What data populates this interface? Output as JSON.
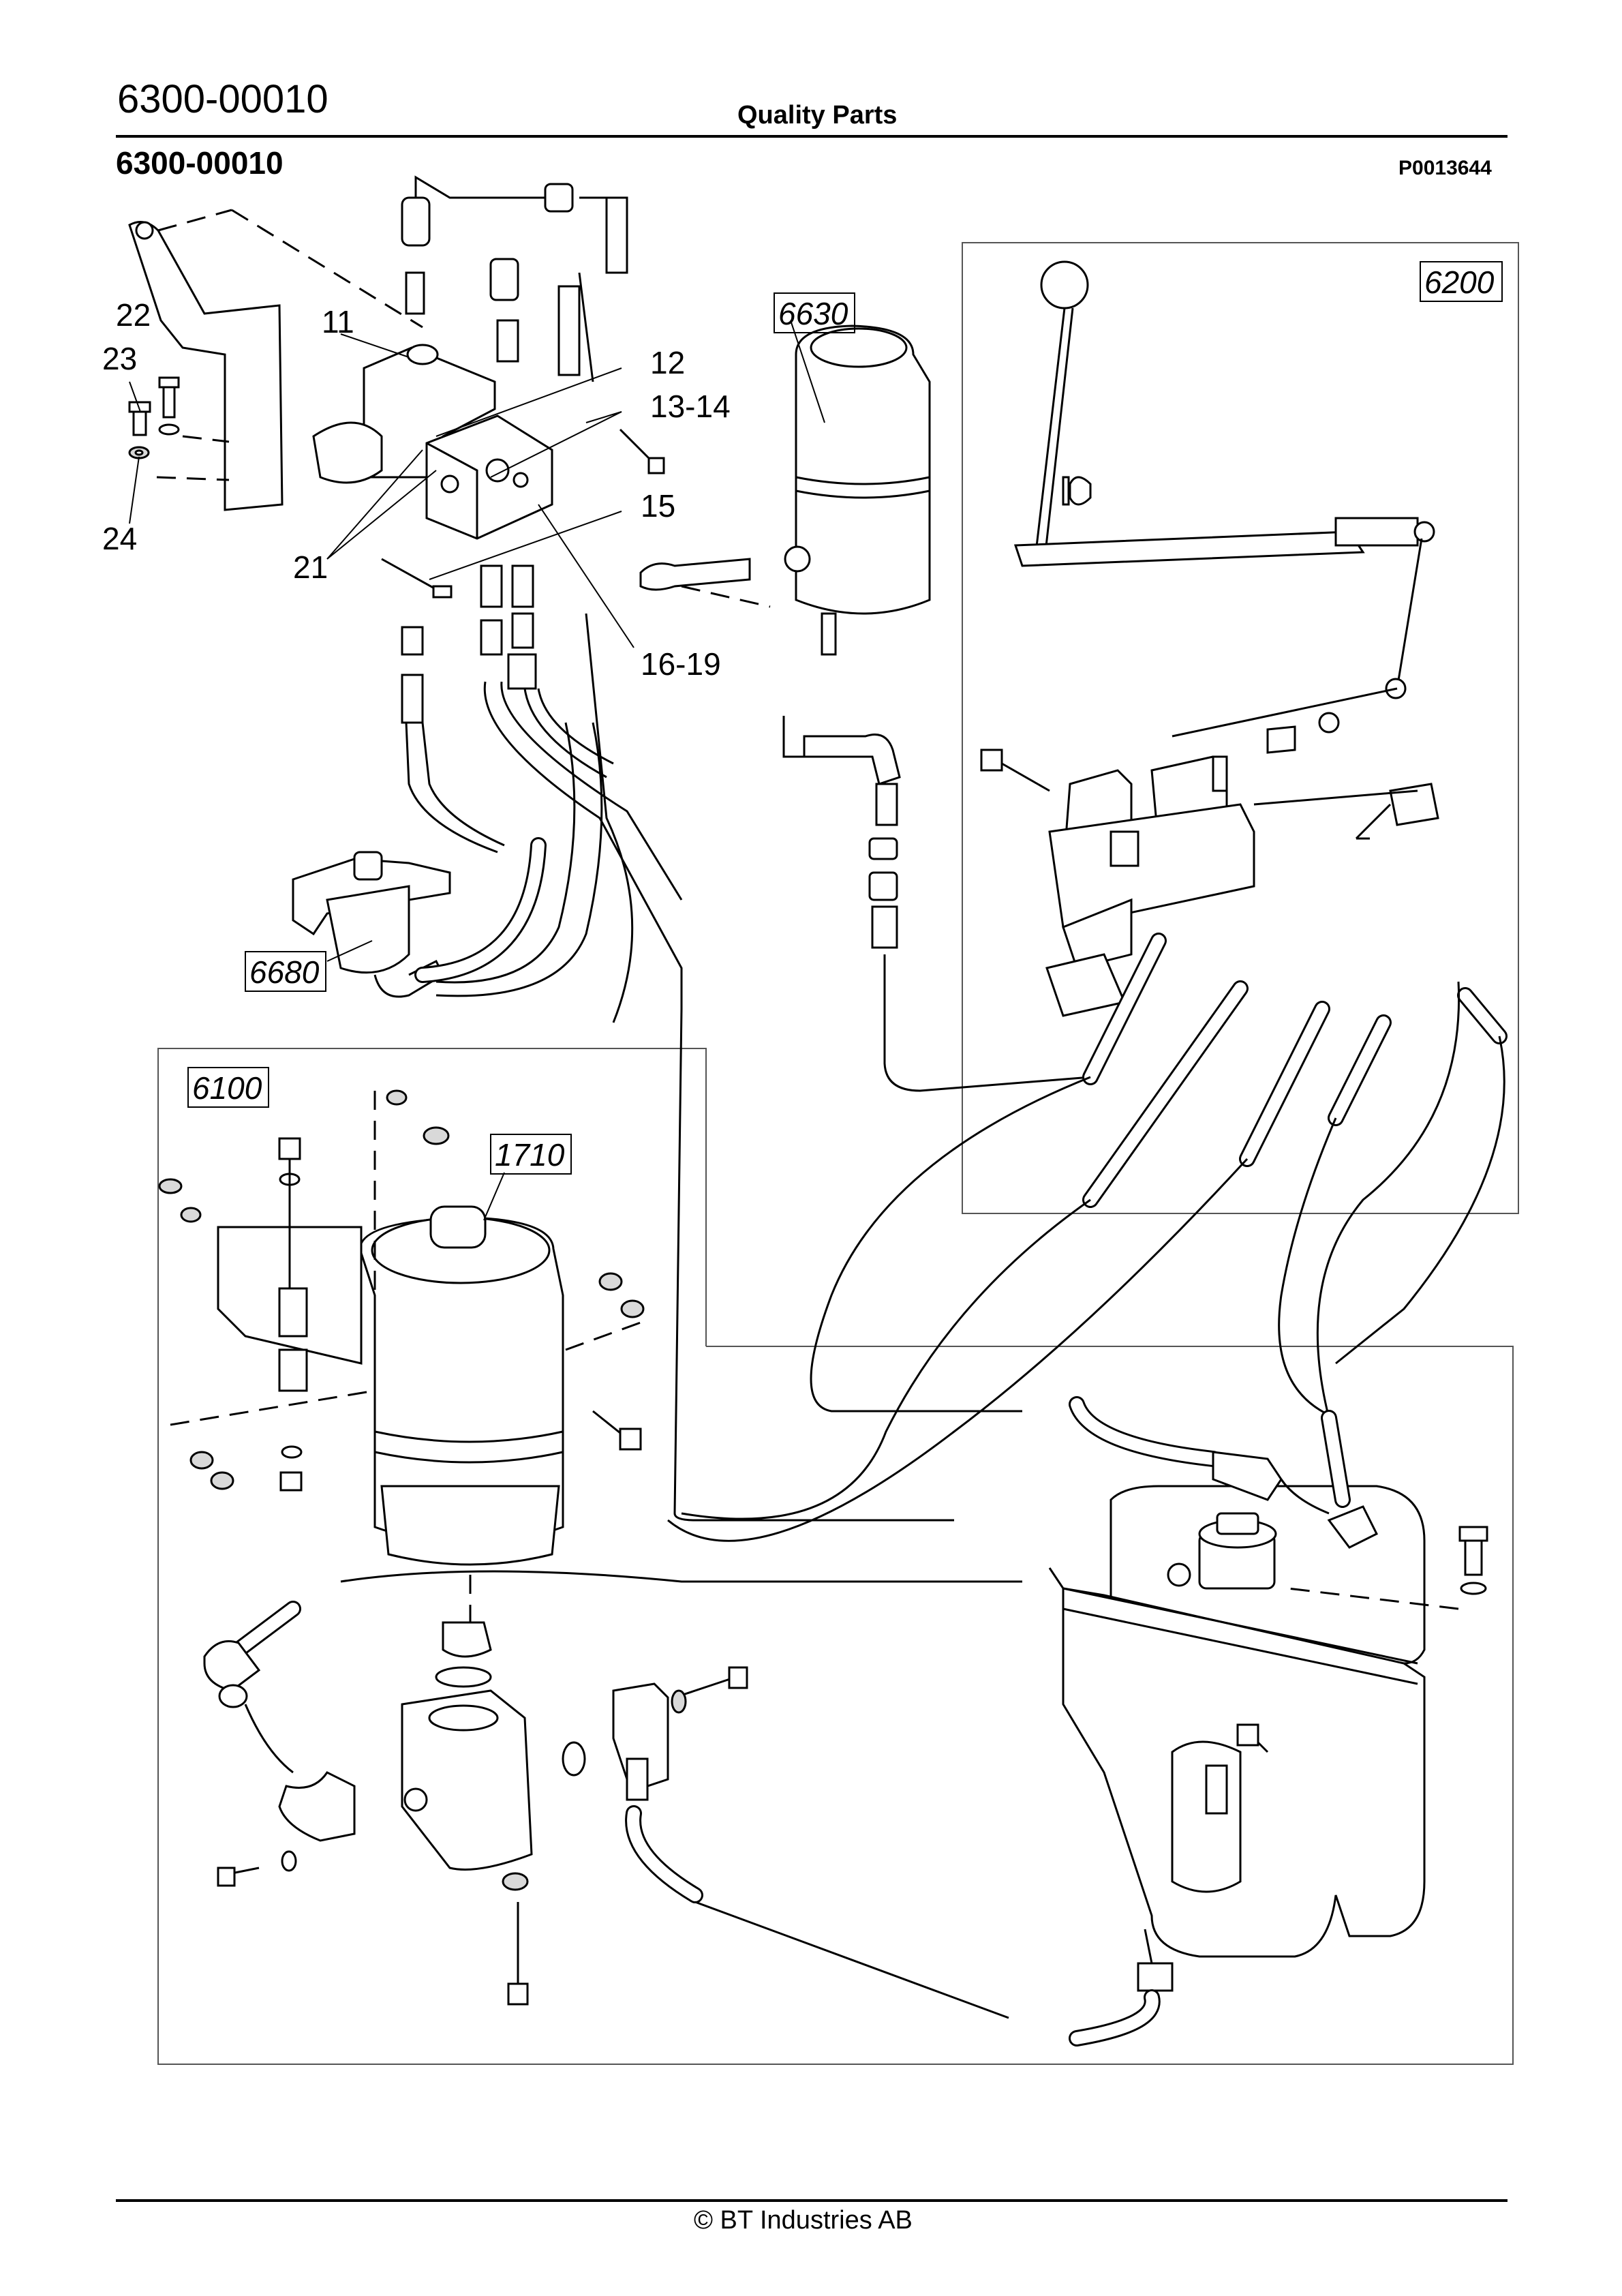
{
  "header": {
    "doc_number": "6300-00010",
    "brand_line": "Quality Parts",
    "title": "6300-00010",
    "drawing_number": "P0013644"
  },
  "footer": {
    "copyright": "© BT Industries AB"
  },
  "callouts": {
    "c22": "22",
    "c11": "11",
    "c23": "23",
    "c24": "24",
    "c21": "21",
    "c12": "12",
    "c1314": "13-14",
    "c15": "15",
    "c1619": "16-19"
  },
  "boxed_refs": {
    "r6630": "6630",
    "r6200": "6200",
    "r6680": "6680",
    "r6100": "6100",
    "r1710": "1710"
  }
}
